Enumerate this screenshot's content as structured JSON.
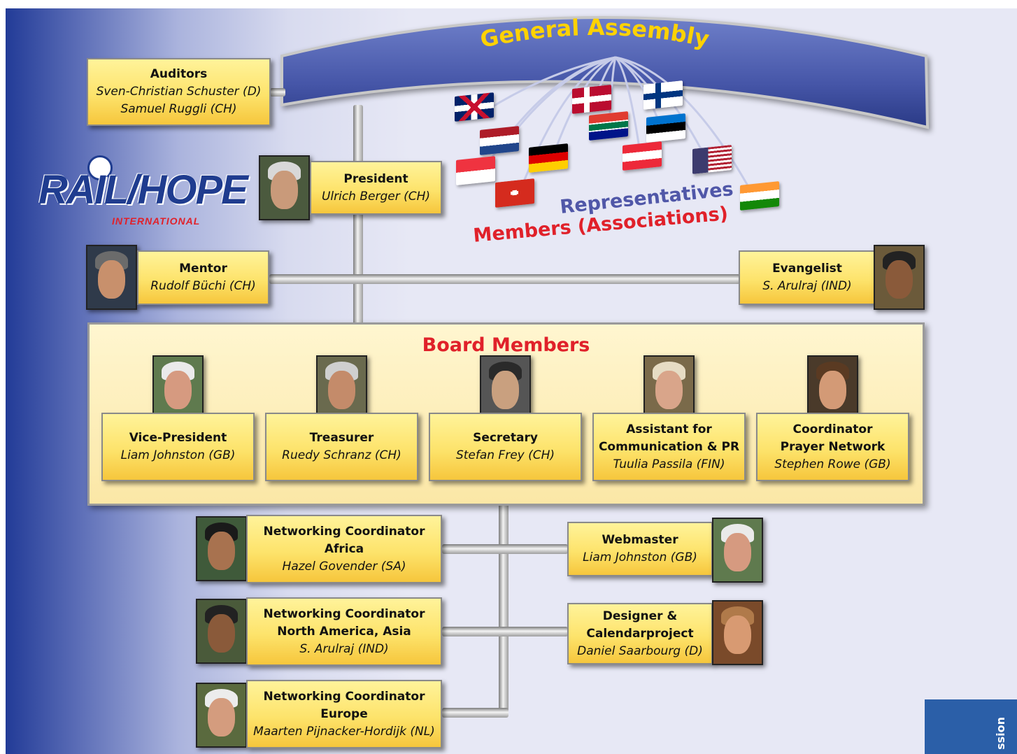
{
  "banner": {
    "title": "General Assembly"
  },
  "logo": {
    "word1": "RAIL",
    "word2": "HOPE",
    "sub": "INTERNATIONAL"
  },
  "labels": {
    "representatives": "Representatives",
    "members": "Members (Associations)"
  },
  "auditors": {
    "role": "Auditors",
    "names": [
      "Sven-Christian Schuster (D)",
      "Samuel Ruggli (CH)"
    ]
  },
  "president": {
    "role": "President",
    "name": "Ulrich Berger (CH)"
  },
  "mentor": {
    "role": "Mentor",
    "name": "Rudolf Büchi (CH)"
  },
  "evangelist": {
    "role": "Evangelist",
    "name": "S. Arulraj (IND)"
  },
  "board": {
    "title": "Board Members",
    "members": [
      {
        "role": "Vice-President",
        "name": "Liam Johnston (GB)"
      },
      {
        "role": "Treasurer",
        "name": "Ruedy Schranz (CH)"
      },
      {
        "role": "Secretary",
        "name": "Stefan Frey (CH)"
      },
      {
        "role": "Assistant for",
        "role2": "Communication & PR",
        "name": "Tuulia Passila (FIN)"
      },
      {
        "role": "Coordinator",
        "role2": "Prayer Network",
        "name": "Stephen Rowe (GB)"
      }
    ]
  },
  "coordinators": [
    {
      "role": "Networking Coordinator",
      "region": "Africa",
      "name": "Hazel Govender (SA)"
    },
    {
      "role": "Networking Coordinator",
      "region": "North America, Asia",
      "name": "S. Arulraj (IND)"
    },
    {
      "role": "Networking Coordinator",
      "region": "Europe",
      "name": "Maarten Pijnacker-Hordijk (NL)"
    }
  ],
  "webmaster": {
    "role": "Webmaster",
    "name": "Liam Johnston (GB)"
  },
  "designer": {
    "role": "Designer &",
    "role2": "Calendarproject",
    "name": "Daniel Saarbourg (D)"
  },
  "side_tab": {
    "text": "ssion"
  },
  "flags": [
    "UK",
    "Norway",
    "Finland",
    "Netherlands",
    "South Africa",
    "Estonia",
    "Germany",
    "Austria",
    "USA",
    "Singapore",
    "Switzerland",
    "India"
  ]
}
